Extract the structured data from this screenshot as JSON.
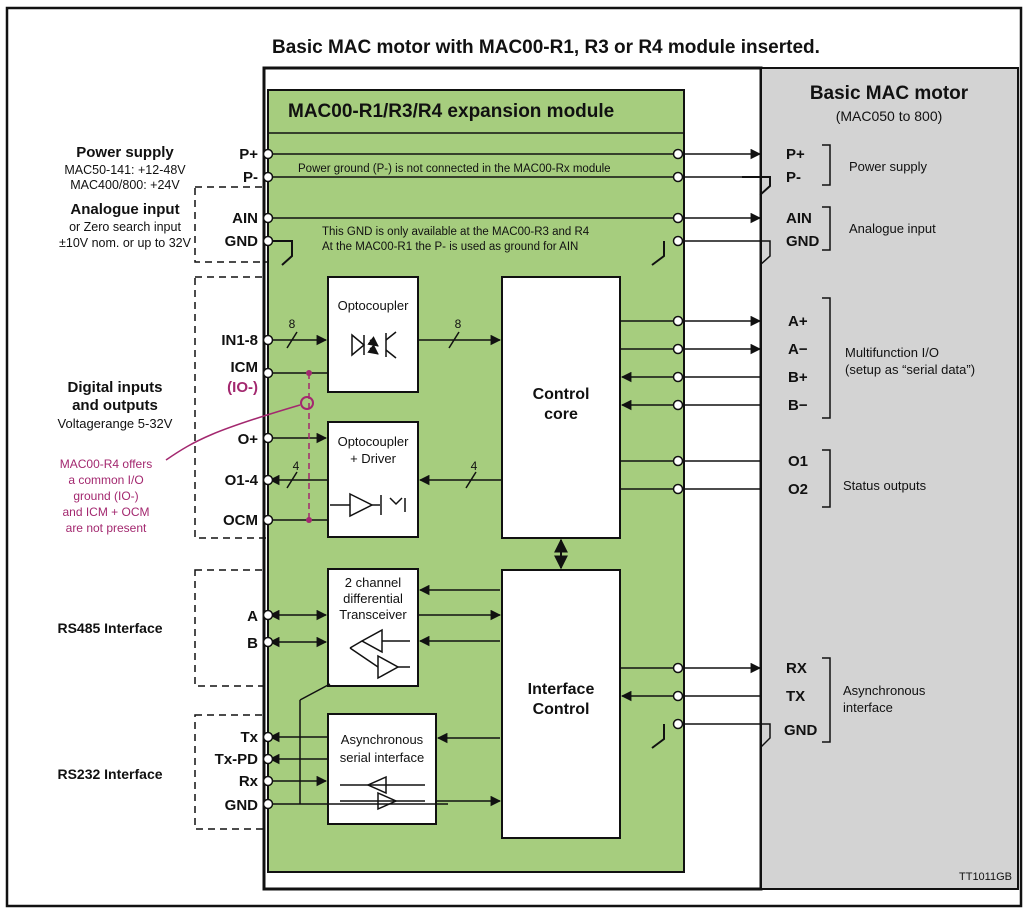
{
  "title": "Basic MAC motor with MAC00-R1, R3 or R4 module inserted.",
  "colors": {
    "module_fill": "#a6cd7e",
    "motor_fill": "#d3d3d3",
    "accent_magenta": "#a3286f",
    "line": "#111111"
  },
  "module": {
    "title": "MAC00-R1/R3/R4 expansion module",
    "power_ground_note": "Power ground (P-) is not connected in the MAC00-Rx module",
    "gnd_note_1": "This GND is only available at the MAC00-R3 and R4",
    "gnd_note_2": "At the MAC00-R1 the P- is used as ground for AIN",
    "bus_width_in": "8",
    "bus_width_in2": "8",
    "bus_width_out": "4",
    "bus_width_out2": "4",
    "blocks": {
      "optocoupler": "Optocoupler",
      "optocoupler_driver_1": "Optocoupler",
      "optocoupler_driver_2": "+ Driver",
      "control_core_1": "Control",
      "control_core_2": "core",
      "transceiver_1": "2 channel",
      "transceiver_2": "differential",
      "transceiver_3": "Transceiver",
      "interface_control_1": "Interface",
      "interface_control_2": "Control",
      "async_serial_1": "Asynchronous",
      "async_serial_2": "serial interface"
    }
  },
  "motor": {
    "title": "Basic MAC motor",
    "subtitle": "(MAC050 to 800)",
    "pins": [
      "P+",
      "P-",
      "AIN",
      "GND",
      "A+",
      "A−",
      "B+",
      "B−",
      "O1",
      "O2",
      "RX",
      "TX",
      "GND"
    ],
    "groups": {
      "power_supply": "Power supply",
      "analogue_input": "Analogue input",
      "multifunction_1": "Multifunction I/O",
      "multifunction_2": "(setup as “serial data”)",
      "status_outputs": "Status outputs",
      "async_1": "Asynchronous",
      "async_2": "interface"
    }
  },
  "left": {
    "power_supply": {
      "title": "Power supply",
      "line1": "MAC50-141: +12-48V",
      "line2": "MAC400/800: +24V"
    },
    "analogue_input": {
      "title": "Analogue input",
      "line1": "or Zero search input",
      "line2": "±10V nom. or up to 32V"
    },
    "digital_io": {
      "title1": "Digital inputs",
      "title2": "and outputs",
      "line1": "Voltagerange 5-32V"
    },
    "r4_note": [
      "MAC00-R4 offers",
      "a common I/O",
      "ground (IO-)",
      "and ICM + OCM",
      "are not present"
    ],
    "rs485": "RS485 Interface",
    "rs232": "RS232 Interface",
    "pins": {
      "p_plus": "P+",
      "p_minus": "P-",
      "ain": "AIN",
      "gnd_ain": "GND",
      "in1_8": "IN1-8",
      "icm": "ICM",
      "io_minus": "(IO-)",
      "o_plus": "O+",
      "o1_4": "O1-4",
      "ocm": "OCM",
      "a": "A",
      "b": "B",
      "tx": "Tx",
      "tx_pd": "Tx-PD",
      "rx": "Rx",
      "gnd": "GND"
    }
  },
  "ref_code": "TT1011GB"
}
